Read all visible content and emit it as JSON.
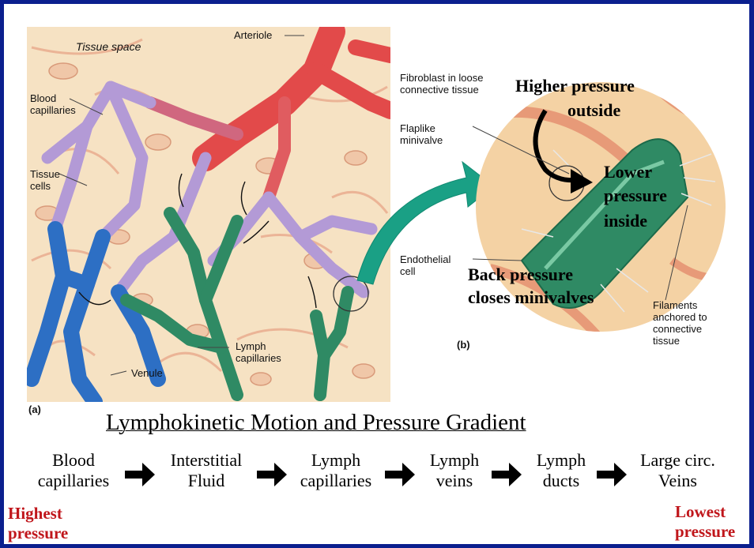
{
  "colors": {
    "border": "#0b1f8e",
    "artery": "#e24a4a",
    "capillary": "#b39ad6",
    "vein": "#2d6fc4",
    "lymph": "#2f8a64",
    "tissue_bg": "#f6e2c3",
    "red_text": "#c0161b"
  },
  "panel_a": {
    "label_a": "(a)",
    "tissue_space": "Tissue space",
    "arteriole": "Arteriole",
    "blood_capillaries_1": "Blood",
    "blood_capillaries_2": "capillaries",
    "tissue_cells_1": "Tissue",
    "tissue_cells_2": "cells",
    "venule": "Venule",
    "lymph_capillaries_1": "Lymph",
    "lymph_capillaries_2": "capillaries"
  },
  "panel_b": {
    "label_b": "(b)",
    "fibroblast_1": "Fibroblast in loose",
    "fibroblast_2": "connective tissue",
    "flaplike_1": "Flaplike",
    "flaplike_2": "minivalve",
    "endothelial_1": "Endothelial",
    "endothelial_2": "cell",
    "filaments_1": "Filaments",
    "filaments_2": "anchored to",
    "filaments_3": "connective",
    "filaments_4": "tissue",
    "higher_pressure_1": "Higher pressure",
    "higher_pressure_2": "outside",
    "lower_pressure_1": "Lower",
    "lower_pressure_2": "pressure",
    "lower_pressure_3": "inside",
    "back_pressure_1": "Back pressure",
    "back_pressure_2": "closes minivalves"
  },
  "bottom": {
    "title": "Lymphokinetic Motion and Pressure Gradient",
    "flow": [
      {
        "line1": "Blood",
        "line2": "capillaries"
      },
      {
        "line1": "Interstitial",
        "line2": "Fluid"
      },
      {
        "line1": "Lymph",
        "line2": "capillaries"
      },
      {
        "line1": "Lymph",
        "line2": "veins"
      },
      {
        "line1": "Lymph",
        "line2": "ducts"
      },
      {
        "line1": "Large circ.",
        "line2": "Veins"
      }
    ],
    "highest_1": "Highest",
    "highest_2": "pressure",
    "lowest_1": "Lowest",
    "lowest_2": "pressure"
  }
}
